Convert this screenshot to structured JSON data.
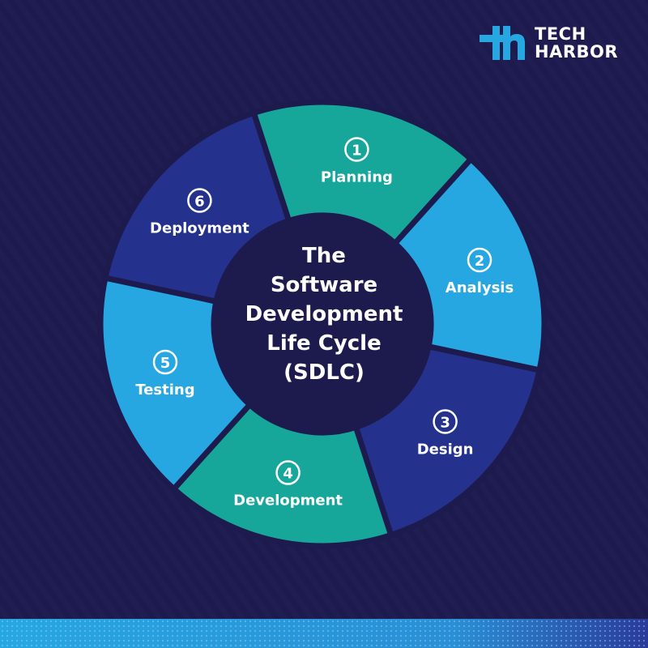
{
  "brand": {
    "line1": "TECH",
    "line2": "HARBOR",
    "mark_text": "th"
  },
  "title": {
    "line1": "The",
    "line2": "Software",
    "line3": "Development",
    "line4": "Life Cycle",
    "line5": "(SDLC)"
  },
  "phases": [
    {
      "number": "1",
      "label": "Planning",
      "color": "#16a79a"
    },
    {
      "number": "2",
      "label": "Analysis",
      "color": "#27a7e2"
    },
    {
      "number": "3",
      "label": "Design",
      "color": "#24328e"
    },
    {
      "number": "4",
      "label": "Development",
      "color": "#16a79a"
    },
    {
      "number": "5",
      "label": "Testing",
      "color": "#27a7e2"
    },
    {
      "number": "6",
      "label": "Deployment",
      "color": "#24328e"
    }
  ],
  "colors": {
    "background": "#1d1a4d",
    "accent_blue": "#27a7e2",
    "accent_teal": "#16a79a",
    "accent_navy": "#24328e",
    "text": "#ffffff"
  }
}
